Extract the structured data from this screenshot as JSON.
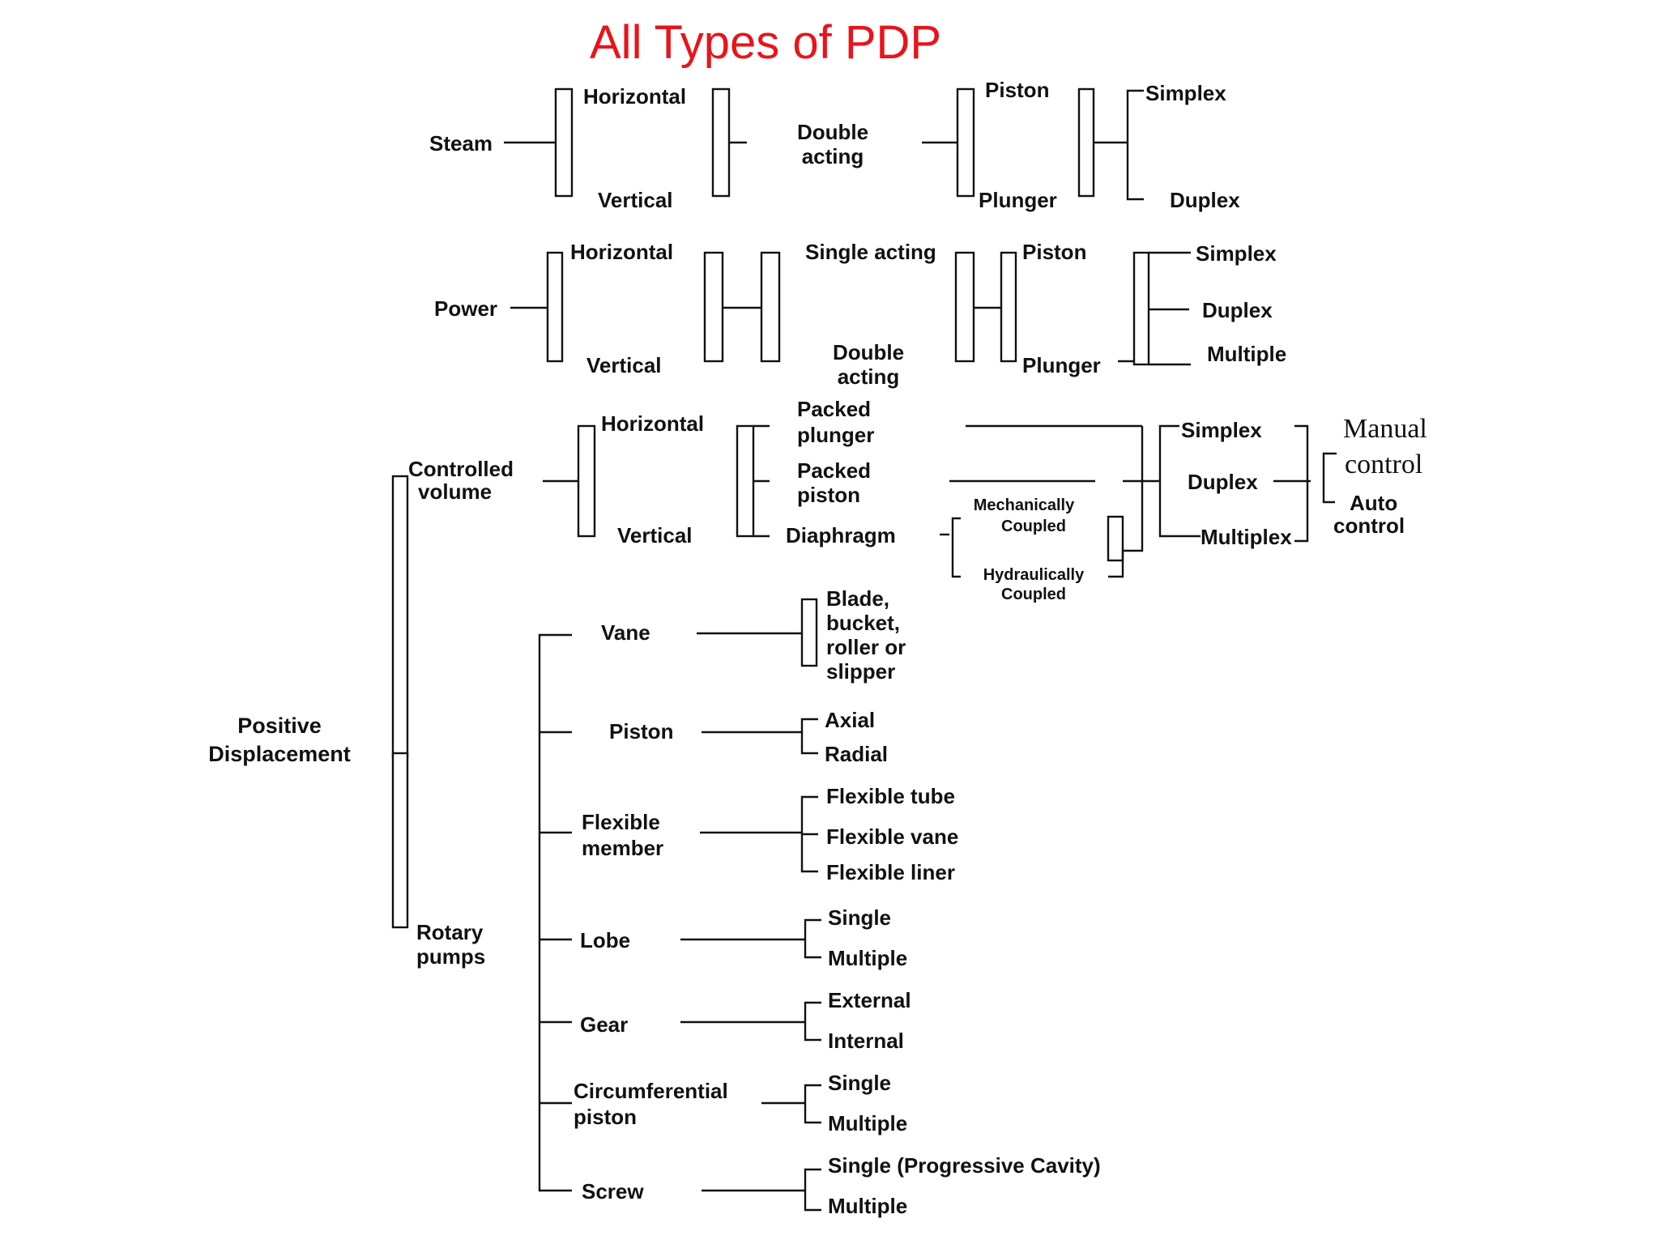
{
  "title": "All   Types of  PDP",
  "root": {
    "label": [
      "Positive",
      "Displacement"
    ]
  },
  "reciprocating": {
    "steam": {
      "label": "Steam",
      "orientation": [
        "Horizontal",
        "Vertical"
      ],
      "action": [
        "Double",
        "acting"
      ],
      "element": [
        "Piston",
        "Plunger"
      ],
      "cylinders": [
        "Simplex",
        "Duplex"
      ]
    },
    "power": {
      "label": "Power",
      "orientation": [
        "Horizontal",
        "Vertical"
      ],
      "action": {
        "single": "Single acting",
        "double": [
          "Double",
          "acting"
        ]
      },
      "element": [
        "Piston",
        "Plunger"
      ],
      "cylinders": [
        "Simplex",
        "Duplex",
        "Multiple"
      ]
    },
    "controlled_volume": {
      "label": [
        "Controlled",
        "volume"
      ],
      "orientation": [
        "Horizontal",
        "Vertical"
      ],
      "types": {
        "packed_plunger": [
          "Packed",
          "plunger"
        ],
        "packed_piston": [
          "Packed",
          "piston"
        ],
        "diaphragm": "Diaphragm"
      },
      "coupling": {
        "mechanical": [
          "Mechanically",
          "Coupled"
        ],
        "hydraulic": [
          "Hydraulically",
          "Coupled"
        ]
      },
      "cylinders": [
        "Simplex",
        "Duplex",
        "Multiplex"
      ],
      "control": {
        "manual": [
          "Manual",
          "control"
        ],
        "auto": [
          "Auto",
          "control"
        ]
      }
    }
  },
  "rotary": {
    "label": [
      "Rotary",
      "pumps"
    ],
    "categories": [
      {
        "name": [
          "Vane"
        ],
        "subtypes": [
          [
            "Blade,",
            "bucket,",
            "roller or",
            "slipper"
          ]
        ]
      },
      {
        "name": [
          "Piston"
        ],
        "subtypes": [
          "Axial",
          "Radial"
        ]
      },
      {
        "name": [
          "Flexible",
          "member"
        ],
        "subtypes": [
          "Flexible tube",
          "Flexible vane",
          "Flexible liner"
        ]
      },
      {
        "name": [
          "Lobe"
        ],
        "subtypes": [
          "Single",
          "Multiple"
        ]
      },
      {
        "name": [
          "Gear"
        ],
        "subtypes": [
          "External",
          "Internal"
        ]
      },
      {
        "name": [
          "Circumferential",
          "piston"
        ],
        "subtypes": [
          "Single",
          "Multiple"
        ]
      },
      {
        "name": [
          "Screw"
        ],
        "subtypes": [
          "Single (Progressive Cavity)",
          "Multiple"
        ]
      }
    ]
  },
  "colors": {
    "title": "#e8141b",
    "ink": "#111111",
    "background": "#ffffff"
  }
}
